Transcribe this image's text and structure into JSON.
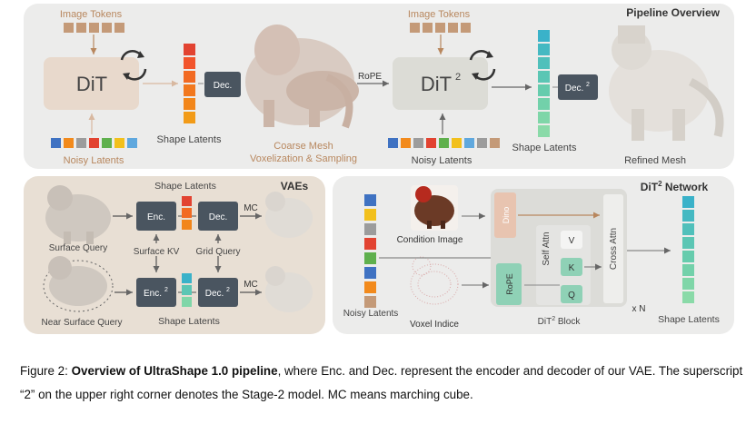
{
  "pipeline": {
    "title": "Pipeline Overview",
    "image_tokens_1": "Image Tokens",
    "image_tokens_2": "Image Tokens",
    "dit": "DiT",
    "dit2": "DiT",
    "dit2_sup": "2",
    "dec": "Dec.",
    "dec2": "Dec.",
    "dec2_sup": "2",
    "rope": "RoPE",
    "noisy_latents_1": "Noisy Latents",
    "noisy_latents_2": "Noisy Latents",
    "shape_latents_1": "Shape Latents",
    "shape_latents_2": "Shape Latents",
    "coarse_mesh_1": "Coarse Mesh",
    "coarse_mesh_2": "Voxelization & Sampling",
    "refined_mesh": "Refined Mesh"
  },
  "vaes": {
    "title": "VAEs",
    "shape_latents_top": "Shape Latents",
    "shape_latents_bottom": "Shape Latents",
    "enc": "Enc.",
    "dec": "Dec.",
    "enc2": "Enc.",
    "enc2_sup": "2",
    "dec2": "Dec.",
    "dec2_sup": "2",
    "mc_1": "MC",
    "mc_2": "MC",
    "surface_query": "Surface Query",
    "near_surface_query": "Near Surface Query",
    "surface_kv": "Surface KV",
    "grid_query": "Grid Query"
  },
  "dit2net": {
    "title": "DiT",
    "title_sup": "2",
    "title_rest": " Network",
    "dino": "Dino",
    "rope": "RoPE",
    "self_attn": "Self Attn",
    "cross_attn": "Cross Attn",
    "v": "V",
    "k": "K",
    "q": "Q",
    "condition_image": "Condition Image",
    "voxel_indice": "Voxel Indice",
    "noisy_latents": "Noisy Latents",
    "block": "DiT",
    "block_sup": "2",
    "block_rest": " Block",
    "xn": "x N",
    "shape_latents": "Shape Latents"
  },
  "caption": {
    "prefix": "Figure 2: ",
    "bold": "Overview of UltraShape 1.0 pipeline",
    "rest": ", where Enc. and Dec. represent the encoder and decoder of our VAE. The superscript “2” on the upper right corner denotes the Stage-2 model. MC means marching cube."
  },
  "colors": {
    "token_brown": "#c49a78",
    "latent_blue": "#3f72c2",
    "latent_orange": "#f28a1c",
    "latent_grey": "#9c9c9c",
    "latent_red": "#e24331",
    "latent_green": "#5fb04d",
    "latent_yellow": "#f2c01c",
    "latent_lightblue": "#5fa8de",
    "teal": "#3ab2c9",
    "green_mint": "#7fd6a8",
    "dark_box": "#4a5560"
  }
}
